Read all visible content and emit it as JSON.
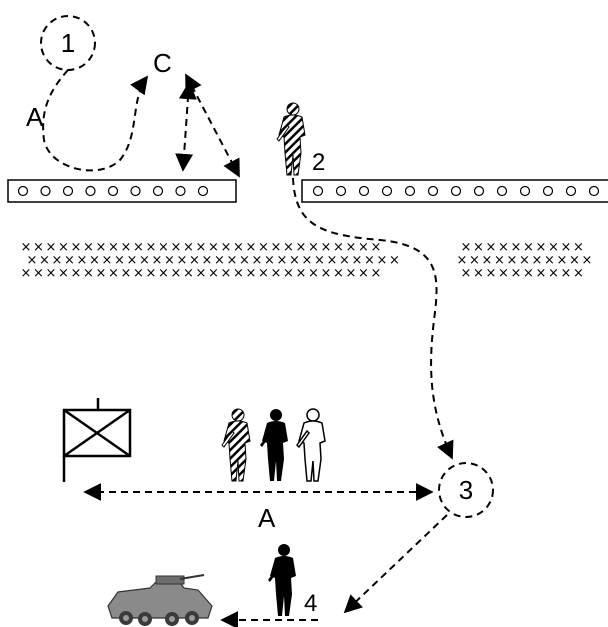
{
  "labels": {
    "point_1": "1",
    "point_2": "2",
    "point_3": "3",
    "point_4": "4",
    "route_a_top": "A",
    "route_a_bottom": "A",
    "route_c": "C"
  },
  "legend_symbols": {
    "wall_circles": "o",
    "wire_mark": "×"
  },
  "icons": [
    "section-post-icon",
    "soldier-icon",
    "armoured-vehicle-icon",
    "wire-obstacle-icon"
  ],
  "colors": {
    "ink": "#000000",
    "background": "#ffffff"
  }
}
